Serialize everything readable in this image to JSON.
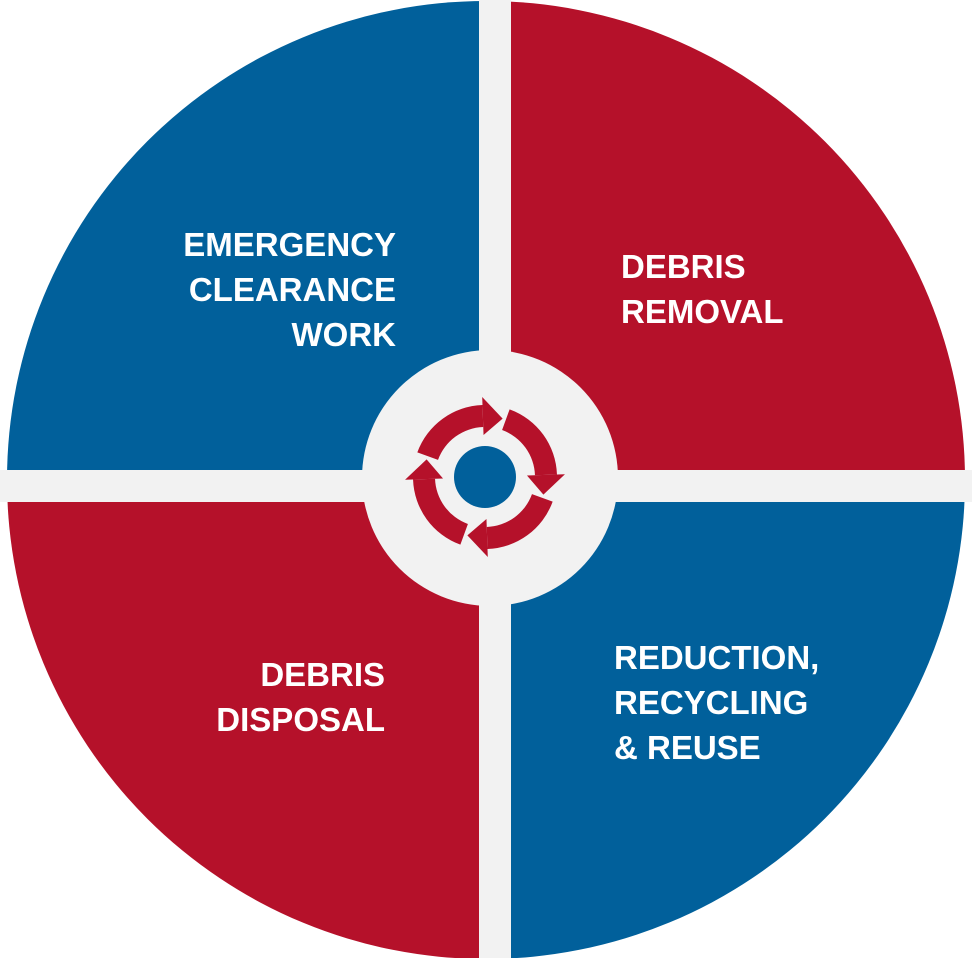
{
  "diagram": {
    "colors": {
      "blue": "#01609B",
      "red": "#B5112A",
      "gap": "#F2F2F2"
    },
    "quadrants": [
      {
        "id": "top-left",
        "color": "blue",
        "lines": [
          "EMERGENCY",
          "CLEARANCE",
          "WORK"
        ]
      },
      {
        "id": "top-right",
        "color": "red",
        "lines": [
          "DEBRIS",
          "REMOVAL"
        ]
      },
      {
        "id": "bottom-right",
        "color": "blue",
        "lines": [
          "REDUCTION,",
          "RECYCLING",
          "& REUSE"
        ]
      },
      {
        "id": "bottom-left",
        "color": "red",
        "lines": [
          "DEBRIS",
          "DISPOSAL"
        ]
      }
    ],
    "center_icon": "cycle-arrows-icon"
  }
}
